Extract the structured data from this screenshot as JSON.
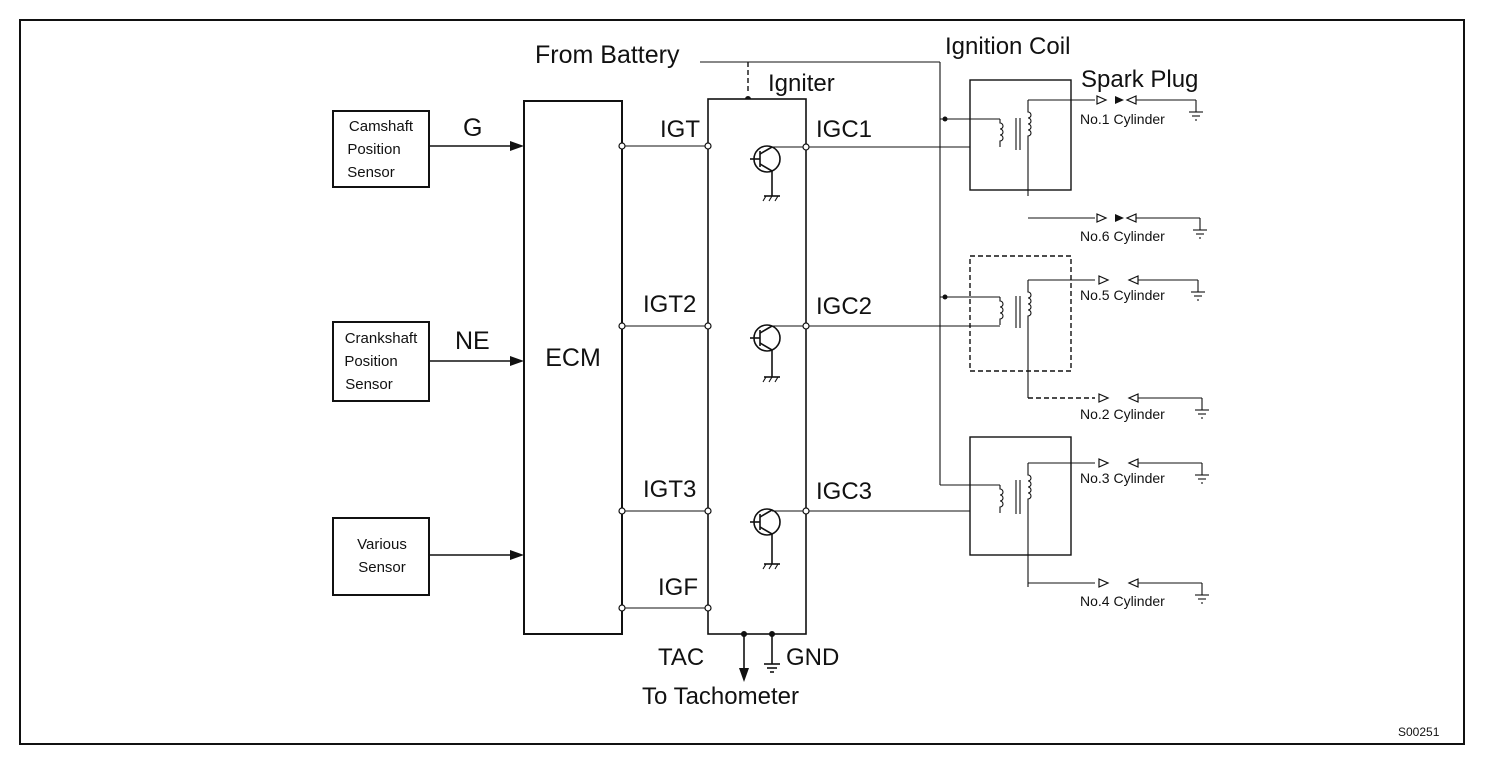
{
  "sensors": {
    "camshaft": [
      "Camshaft",
      "Position",
      "Sensor"
    ],
    "crankshaft": [
      "Crankshaft",
      "Position",
      "Sensor"
    ],
    "various": [
      "Various",
      "Sensor"
    ]
  },
  "signals": {
    "g": "G",
    "ne": "NE"
  },
  "ecm": "ECM",
  "from_battery": "From Battery",
  "igniter": "Igniter",
  "ignition_coil": "Ignition Coil",
  "spark_plug": "Spark Plug",
  "igt": [
    "IGT",
    "IGT2",
    "IGT3",
    "IGF"
  ],
  "igc": [
    "IGC1",
    "IGC2",
    "IGC3"
  ],
  "cylinders": [
    "No.1 Cylinder",
    "No.6 Cylinder",
    "No.5 Cylinder",
    "No.2 Cylinder",
    "No.3 Cylinder",
    "No.4 Cylinder"
  ],
  "tac": "TAC",
  "gnd": "GND",
  "to_tachometer": "To Tachometer",
  "figure_code": "S00251"
}
